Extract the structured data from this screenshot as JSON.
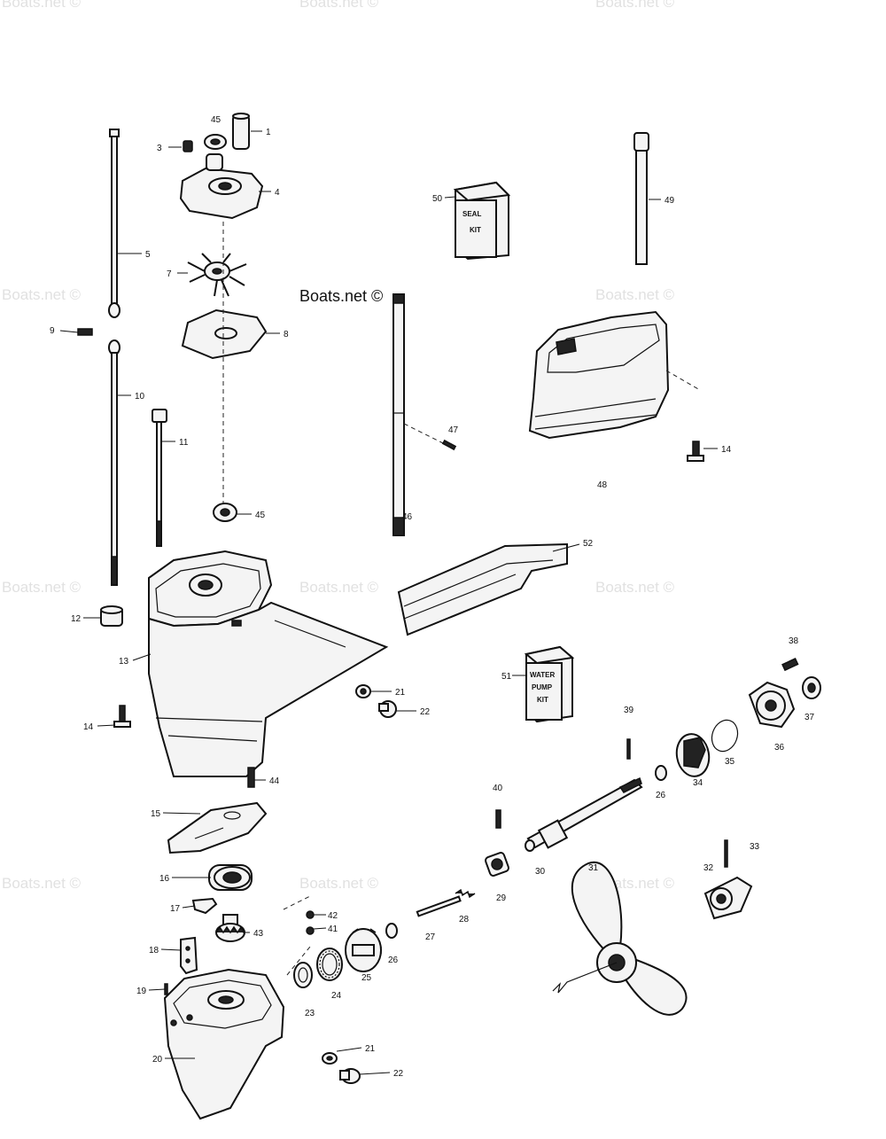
{
  "brand_watermark": "Boats.net ©",
  "watermarks": [
    "Boats.net ©",
    "Boats.net ©",
    "Boats.net ©",
    "Boats.net ©",
    "Boats.net ©",
    "Boats.net ©",
    "Boats.net ©",
    "Boats.net ©",
    "Boats.net ©",
    "Boats.net ©",
    "Boats.net ©"
  ],
  "kits": {
    "seal_kit": [
      "SEAL",
      "KIT"
    ],
    "water_pump_kit": [
      "WATER",
      "PUMP",
      "KIT"
    ]
  },
  "callouts": [
    "45",
    "1",
    "3",
    "4",
    "5",
    "7",
    "8",
    "9",
    "10",
    "11",
    "45",
    "12",
    "13",
    "14",
    "21",
    "22",
    "44",
    "15",
    "16",
    "17",
    "18",
    "19",
    "20",
    "43",
    "42",
    "41",
    "23",
    "24",
    "25",
    "26",
    "27",
    "28",
    "21",
    "22",
    "50",
    "49",
    "47",
    "46",
    "48",
    "14",
    "52",
    "51",
    "38",
    "39",
    "37",
    "36",
    "35",
    "34",
    "26",
    "40",
    "30",
    "29",
    "31",
    "32",
    "33"
  ]
}
